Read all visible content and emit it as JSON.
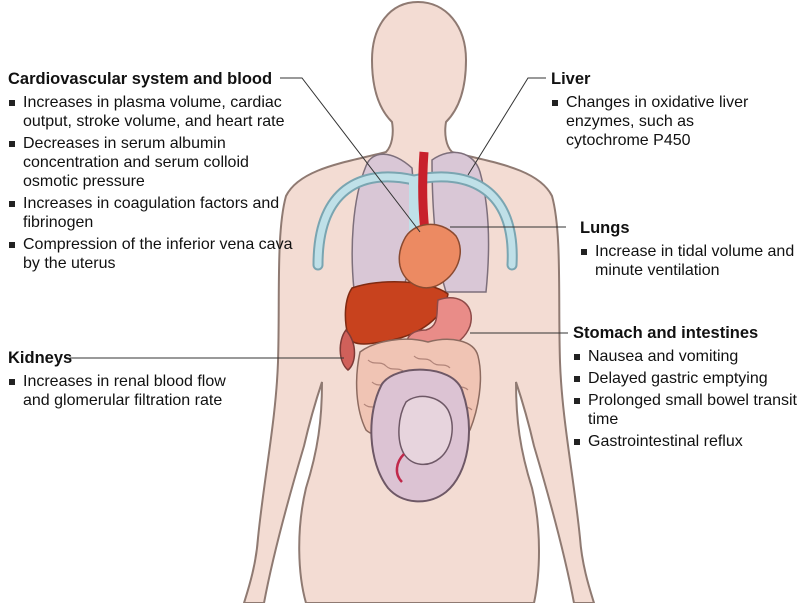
{
  "sections": {
    "cardiovascular": {
      "title": "Cardiovascular system and blood",
      "items": [
        "Increases in plasma volume, cardiac output, stroke volume, and heart rate",
        "Decreases in serum albumin concentration and serum colloid osmotic pressure",
        "Increases in coagulation factors and fibrinogen",
        "Compression of the inferior vena cava by the  uterus"
      ]
    },
    "kidneys": {
      "title": "Kidneys",
      "items": [
        "Increases in renal blood flow and glomerular filtration rate"
      ]
    },
    "liver": {
      "title": "Liver",
      "items": [
        "Changes in oxidative liver enzymes, such as cytochrome P450"
      ]
    },
    "lungs": {
      "title": "Lungs",
      "items": [
        "Increase in tidal volume and minute ventilation"
      ]
    },
    "stomach": {
      "title": "Stomach and intestines",
      "items": [
        "Nausea and vomiting",
        "Delayed gastric emptying",
        "Prolonged small bowel transit time",
        "Gastrointestinal reflux"
      ]
    }
  },
  "colors": {
    "skin": "#f3dcd3",
    "skin_outline": "#8f7a72",
    "lung": "#d9c7d6",
    "heart": "#ec8a62",
    "liver": "#c8421e",
    "vessel_blue": "#bfe0e8",
    "aorta": "#c8202b",
    "intestine": "#f0c4b4",
    "uterus": "#dcc3d3"
  }
}
